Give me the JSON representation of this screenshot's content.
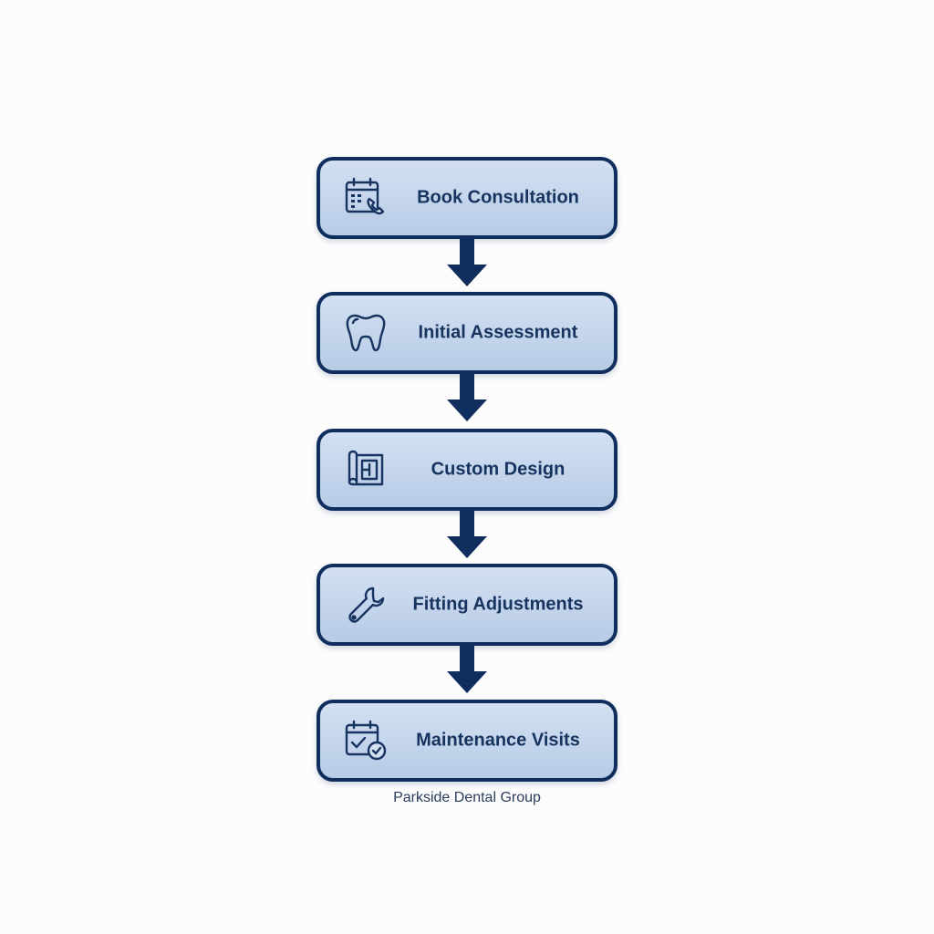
{
  "flow": {
    "steps": [
      {
        "label": "Book Consultation",
        "icon": "calendar-phone-icon"
      },
      {
        "label": "Initial Assessment",
        "icon": "tooth-icon"
      },
      {
        "label": "Custom Design",
        "icon": "blueprint-icon"
      },
      {
        "label": "Fitting Adjustments",
        "icon": "wrench-icon"
      },
      {
        "label": "Maintenance Visits",
        "icon": "calendar-check-icon"
      }
    ],
    "connectors": [
      {
        "icon": "arrow-down-icon"
      },
      {
        "icon": "arrow-down-icon"
      },
      {
        "icon": "arrow-down-icon"
      },
      {
        "icon": "arrow-down-icon"
      }
    ]
  },
  "footer": {
    "text": "Parkside Dental Group"
  },
  "colors": {
    "stroke": "#0f2e5e",
    "box_fill_top": "#d3e0f2",
    "box_fill_bottom": "#b7cbe6",
    "label_text": "#17335f",
    "background": "#fcfcfd"
  }
}
